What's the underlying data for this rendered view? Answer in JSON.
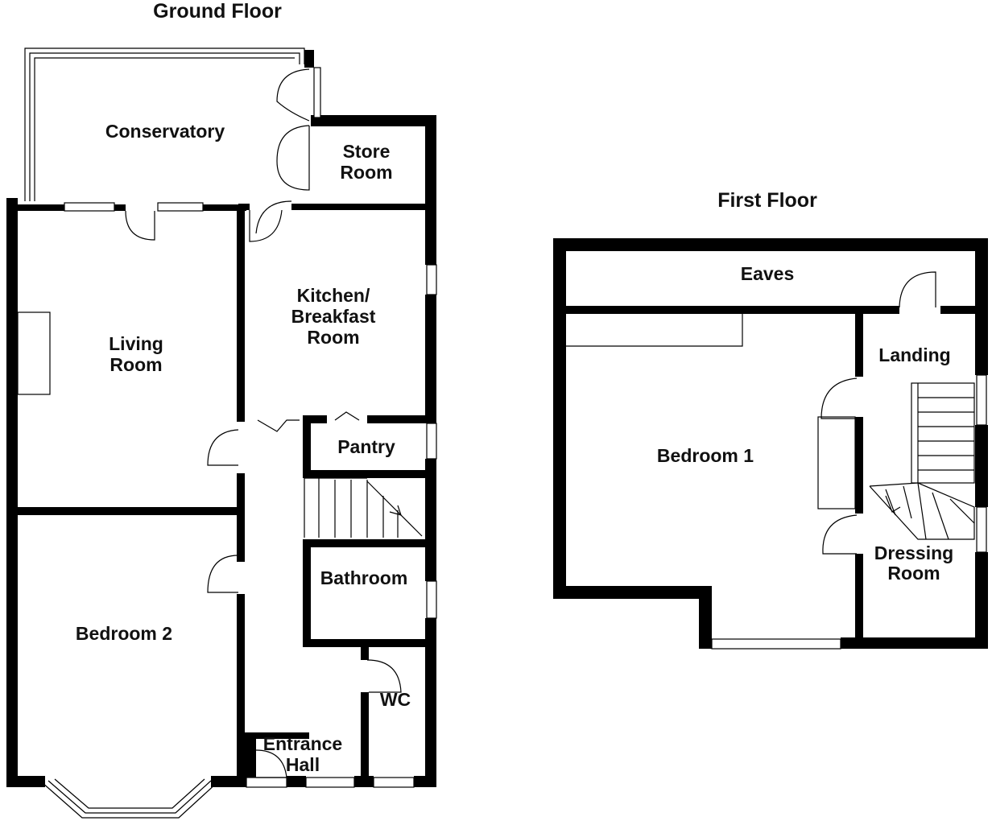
{
  "titles": {
    "ground_floor": "Ground Floor",
    "first_floor": "First Floor"
  },
  "rooms": {
    "conservatory": [
      "Conservatory"
    ],
    "store_room": [
      "Store",
      "Room"
    ],
    "living_room": [
      "Living",
      "Room"
    ],
    "kitchen": [
      "Kitchen/",
      "Breakfast",
      "Room"
    ],
    "pantry": [
      "Pantry"
    ],
    "bathroom": [
      "Bathroom"
    ],
    "bedroom_2": [
      "Bedroom 2"
    ],
    "wc": [
      "WC"
    ],
    "entrance_hall": [
      "Entrance",
      "Hall"
    ],
    "eaves": [
      "Eaves"
    ],
    "landing": [
      "Landing"
    ],
    "bedroom_1": [
      "Bedroom 1"
    ],
    "dressing_room": [
      "Dressing",
      "Room"
    ]
  },
  "colors": {
    "wall": "#000000",
    "background": "#ffffff",
    "text": "#111111"
  }
}
